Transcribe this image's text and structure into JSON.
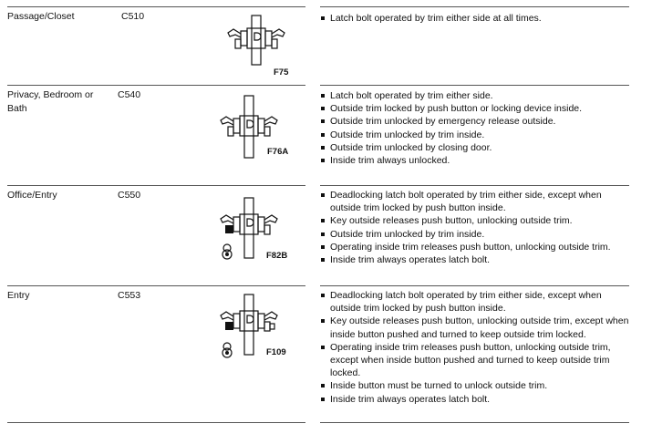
{
  "rows": [
    {
      "function": "Passage/Closet",
      "code": "C510",
      "figure": "F75",
      "features": [
        "Latch bolt operated by trim either side at all times."
      ]
    },
    {
      "function": "Privacy, Bedroom or Bath",
      "code": "C540",
      "figure": "F76A",
      "features": [
        "Latch bolt operated by trim either side.",
        "Outside trim locked by push button or locking device inside.",
        "Outside trim unlocked by emergency release outside.",
        "Outside trim unlocked by trim inside.",
        "Outside trim unlocked by closing door.",
        "Inside trim always unlocked."
      ]
    },
    {
      "function": "Office/Entry",
      "code": "C550",
      "figure": "F82B",
      "features": [
        "Deadlocking latch bolt operated by trim either side, except when outside trim locked by push button inside.",
        "Key outside releases push button, unlocking outside trim.",
        "Outside trim unlocked by trim inside.",
        "Operating inside trim releases push button, unlocking outside trim.",
        "Inside trim always operates latch bolt."
      ]
    },
    {
      "function": "Entry",
      "code": "C553",
      "figure": "F109",
      "features": [
        "Deadlocking latch bolt operated by trim either side, except when outside trim locked by push button inside.",
        "Key outside releases push button, unlocking outside trim, except when inside button pushed and turned to keep outside trim locked.",
        "Operating inside trim releases push button, unlocking outside trim, except when inside button pushed and turned to keep outside trim locked.",
        "Inside button must be turned to unlock outside trim.",
        "Inside trim always operates latch bolt."
      ]
    }
  ]
}
